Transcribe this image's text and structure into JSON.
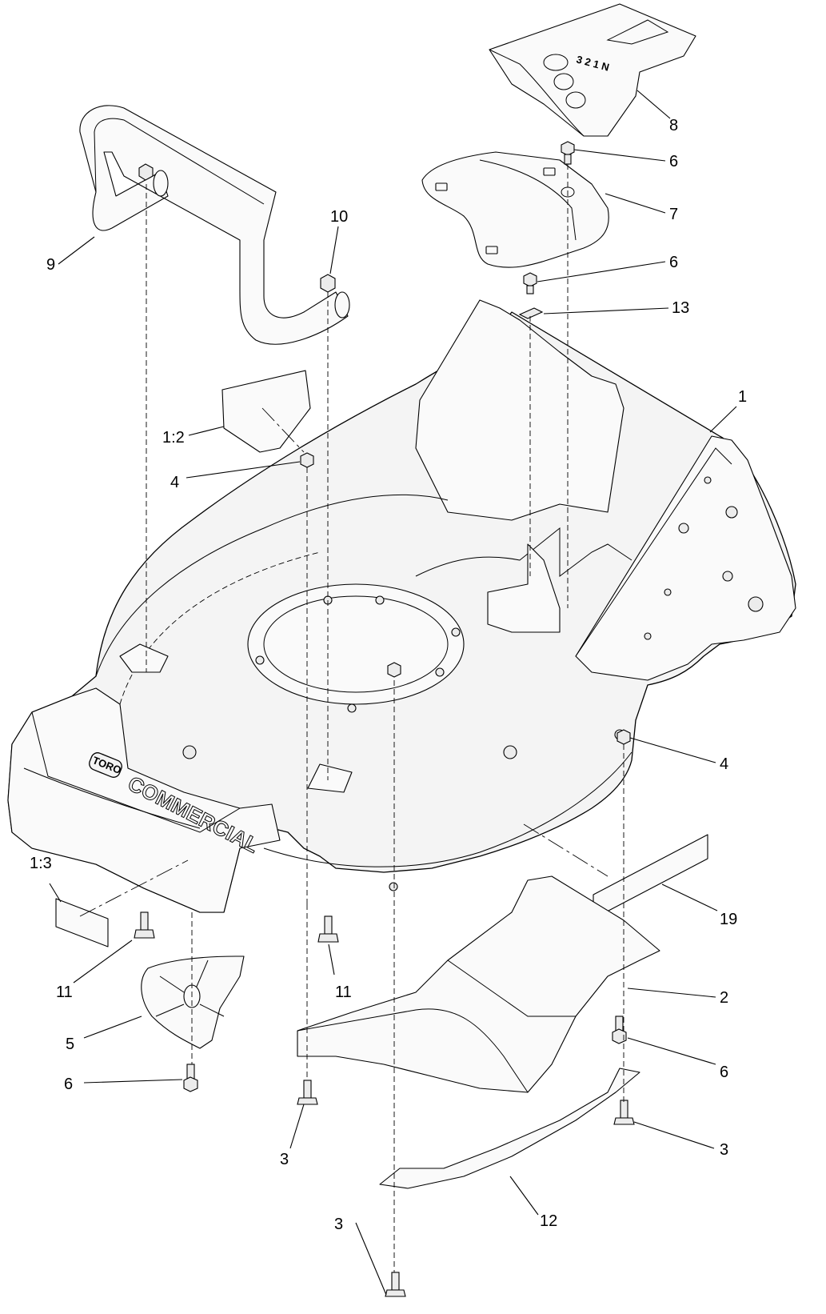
{
  "callouts": {
    "c1": "1",
    "c1_2": "1:2",
    "c1_3": "1:3",
    "c2": "2",
    "c3a": "3",
    "c3b": "3",
    "c3c": "3",
    "c4a": "4",
    "c4b": "4",
    "c5": "5",
    "c6a": "6",
    "c6b": "6",
    "c6c": "6",
    "c6d": "6",
    "c7": "7",
    "c8": "8",
    "c9": "9",
    "c10": "10",
    "c11a": "11",
    "c11b": "11",
    "c12": "12",
    "c13": "13",
    "c19": "19"
  },
  "part_markings": {
    "brand_badge": "TORO",
    "brand_text": "COMMERCIAL",
    "shift_positions": "3 2 1 N"
  }
}
